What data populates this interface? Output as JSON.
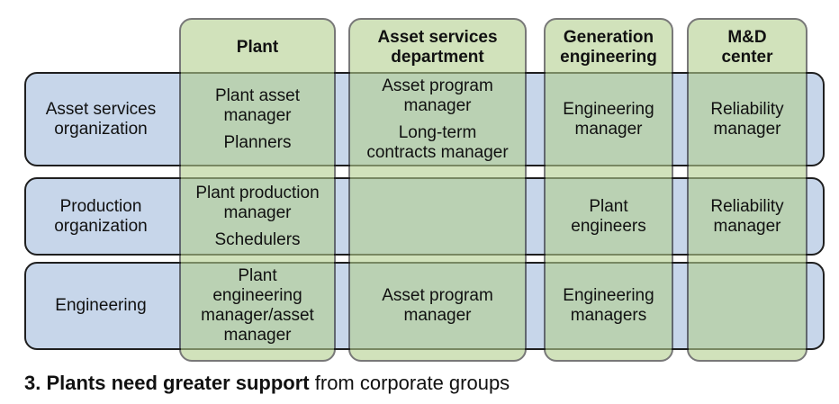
{
  "colors": {
    "row_fill": "#c7d6ea",
    "col_fill": "#b3cf8f",
    "border": "#1f1f1f"
  },
  "columns": [
    {
      "header": [
        "Plant"
      ]
    },
    {
      "header": [
        "Asset services",
        "department"
      ]
    },
    {
      "header": [
        "Generation",
        "engineering"
      ]
    },
    {
      "header": [
        "M&D",
        "center"
      ]
    }
  ],
  "rows": [
    {
      "label": [
        "Asset services",
        "organization"
      ]
    },
    {
      "label": [
        "Production",
        "organization"
      ]
    },
    {
      "label": [
        "Engineering"
      ]
    }
  ],
  "cells": {
    "r0c0": [
      [
        "Plant asset",
        "manager"
      ],
      [
        "Planners"
      ]
    ],
    "r0c1": [
      [
        "Asset program",
        "manager"
      ],
      [
        "Long-term",
        "contracts manager"
      ]
    ],
    "r0c2": [
      [
        "Engineering",
        "manager"
      ]
    ],
    "r0c3": [
      [
        "Reliability",
        "manager"
      ]
    ],
    "r1c0": [
      [
        "Plant production",
        "manager"
      ],
      [
        "Schedulers"
      ]
    ],
    "r1c2": [
      [
        "Plant",
        "engineers"
      ]
    ],
    "r1c3": [
      [
        "Reliability",
        "manager"
      ]
    ],
    "r2c0": [
      [
        "Plant",
        "engineering",
        "manager/asset",
        "manager"
      ]
    ],
    "r2c1": [
      [
        "Asset program",
        "manager"
      ]
    ],
    "r2c2": [
      [
        "Engineering",
        "managers"
      ]
    ]
  },
  "caption": {
    "bold": "3. Plants need greater support",
    "rest": " from corporate groups"
  }
}
